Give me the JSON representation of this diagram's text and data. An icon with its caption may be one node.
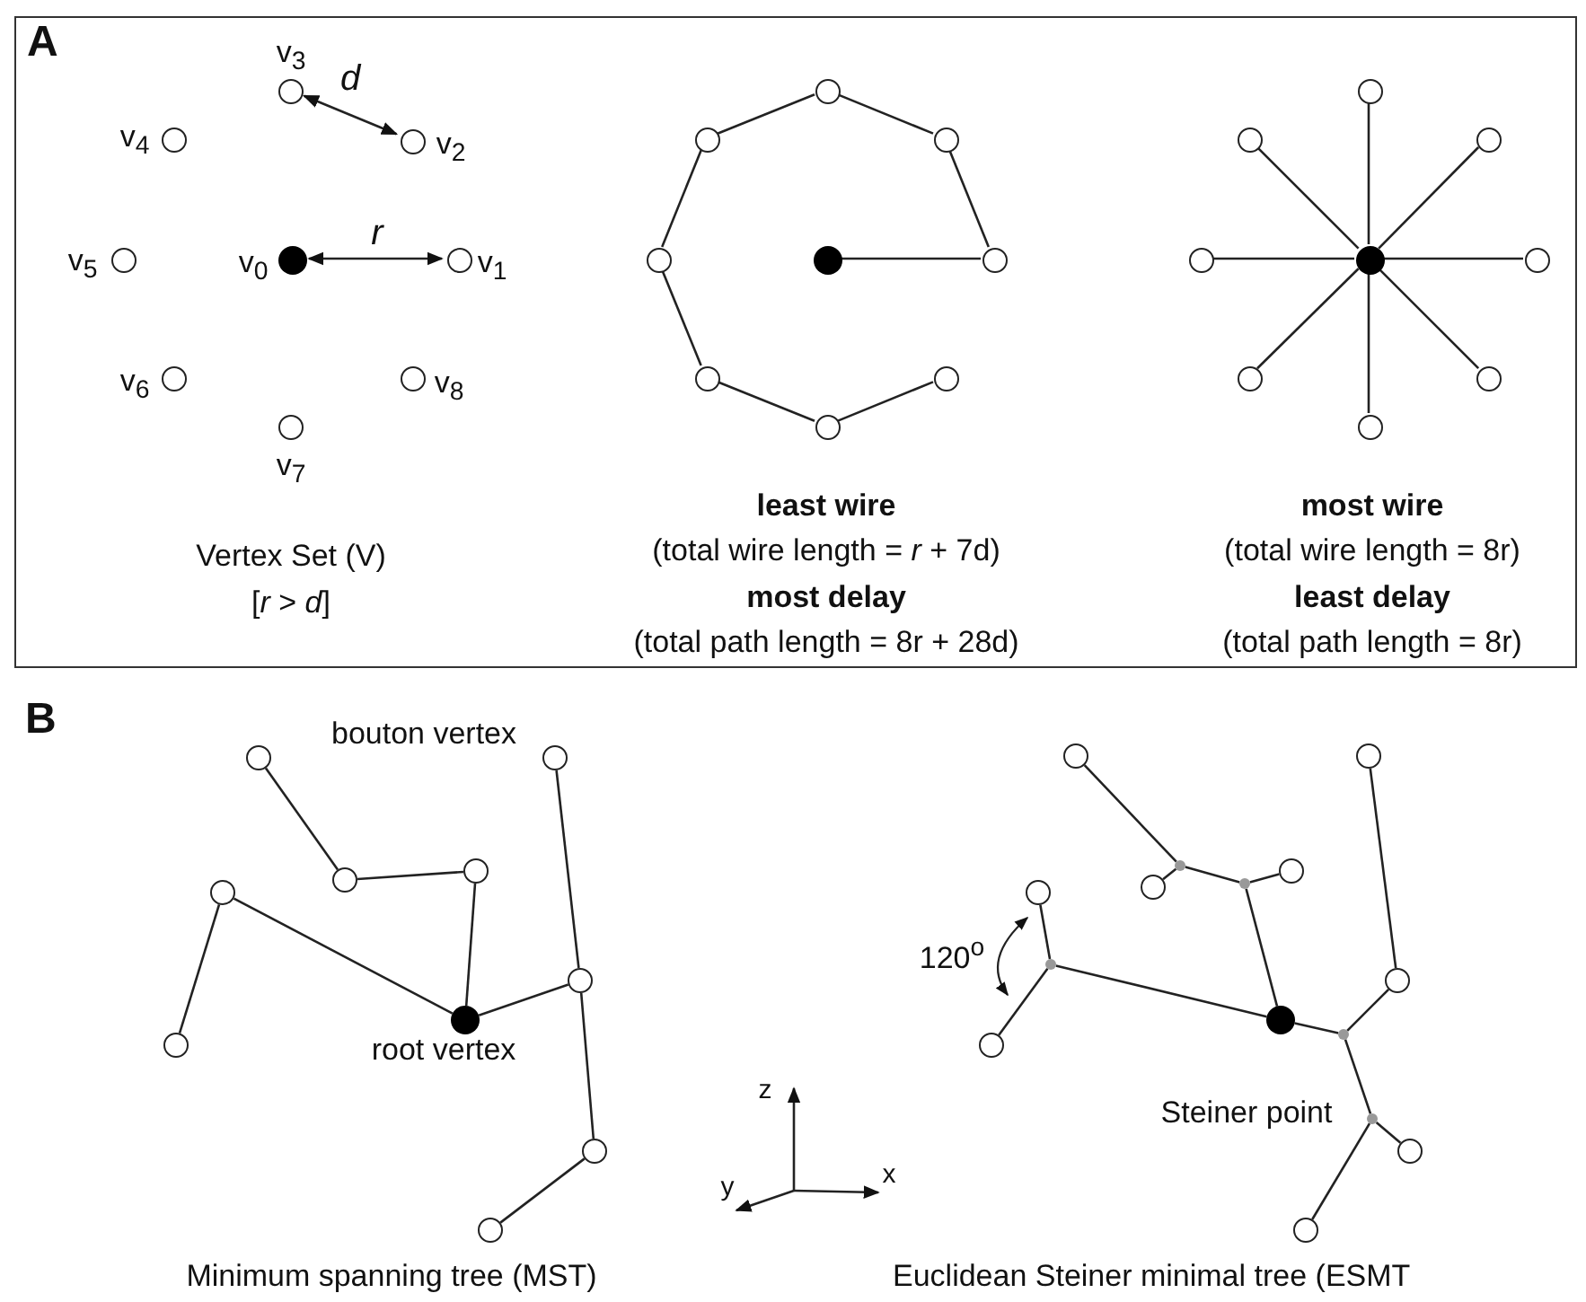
{
  "diagram": {
    "nodes": [
      {
        "text": [
          "A"
        ]
      },
      {
        "text": [],
        "shape": "dot",
        "in": 0,
        "beside": [
          "v$_{0}$"
        ]
      },
      {
        "text": [],
        "shape": "circle",
        "in": 0,
        "beside": [
          "v$_{1}$"
        ]
      },
      {
        "text": [],
        "shape": "circle",
        "in": 0,
        "beside": [
          "v$_{2}$"
        ]
      },
      {
        "text": [],
        "shape": "circle",
        "in": 0,
        "beside": [
          "v$_{3}$"
        ]
      },
      {
        "text": [],
        "shape": "circle",
        "in": 0,
        "beside": [
          "v$_{4}$"
        ]
      },
      {
        "text": [],
        "shape": "circle",
        "in": 0,
        "beside": [
          "v$_{5}$"
        ]
      },
      {
        "text": [],
        "shape": "circle",
        "in": 0,
        "beside": [
          "v$_{6}$"
        ]
      },
      {
        "text": [],
        "shape": "circle",
        "in": 0,
        "beside": [
          "v$_{7}$"
        ]
      },
      {
        "text": [],
        "shape": "circle",
        "in": 0,
        "beside": [
          "v$_{8}$"
        ]
      },
      {
        "text": [],
        "shape": "dot",
        "in": 0
      },
      {
        "text": [],
        "shape": "circle",
        "in": 0
      },
      {
        "text": [],
        "shape": "circle",
        "in": 0
      },
      {
        "text": [],
        "shape": "circle",
        "in": 0
      },
      {
        "text": [],
        "shape": "circle",
        "in": 0
      },
      {
        "text": [],
        "shape": "circle",
        "in": 0
      },
      {
        "text": [],
        "shape": "circle",
        "in": 0
      },
      {
        "text": [],
        "shape": "circle",
        "in": 0
      },
      {
        "text": [],
        "shape": "circle",
        "in": 0
      },
      {
        "text": [],
        "shape": "dot",
        "in": 0
      },
      {
        "text": [],
        "shape": "circle",
        "in": 0
      },
      {
        "text": [],
        "shape": "circle",
        "in": 0
      },
      {
        "text": [],
        "shape": "circle",
        "in": 0
      },
      {
        "text": [],
        "shape": "circle",
        "in": 0
      },
      {
        "text": [],
        "shape": "circle",
        "in": 0
      },
      {
        "text": [],
        "shape": "circle",
        "in": 0
      },
      {
        "text": [],
        "shape": "circle",
        "in": 0
      },
      {
        "text": [],
        "shape": "circle",
        "in": 0
      },
      {
        "text": [],
        "shape": "circle"
      },
      {
        "text": [],
        "shape": "circle",
        "beside": [
          "bouton vertex"
        ]
      },
      {
        "text": [],
        "shape": "circle"
      },
      {
        "text": [],
        "shape": "circle"
      },
      {
        "text": [],
        "shape": "circle"
      },
      {
        "text": [],
        "shape": "circle"
      },
      {
        "text": [],
        "shape": "dot",
        "beside": [
          "root vertex"
        ]
      },
      {
        "text": [],
        "shape": "circle"
      },
      {
        "text": [],
        "shape": "circle"
      },
      {
        "text": [],
        "shape": "circle"
      },
      {
        "text": [],
        "shape": "circle"
      },
      {
        "text": [],
        "shape": "circle"
      },
      {
        "text": [],
        "shape": "dot"
      },
      {
        "text": [],
        "shape": "circle"
      },
      {
        "text": [],
        "shape": "circle"
      },
      {
        "text": [],
        "shape": "dot"
      },
      {
        "text": [],
        "shape": "circle"
      },
      {
        "text": [],
        "shape": "dot"
      },
      {
        "text": [],
        "shape": "circle"
      },
      {
        "text": [],
        "shape": "dot"
      },
      {
        "text": [],
        "shape": "dot"
      },
      {
        "text": [],
        "shape": "circle"
      },
      {
        "text": [],
        "shape": "dot",
        "beside": [
          "Steiner point"
        ]
      },
      {
        "text": [],
        "shape": "circle"
      },
      {
        "text": [],
        "shape": "circle"
      }
    ],
    "edges": [
      {
        "from": 4,
        "to": 3,
        "arrow": "both",
        "label": "d"
      },
      {
        "from": 1,
        "to": 2,
        "arrow": "both",
        "label": "r"
      },
      {
        "from": 10,
        "to": 11,
        "arrow": "none"
      },
      {
        "from": 11,
        "to": 12,
        "arrow": "none"
      },
      {
        "from": 12,
        "to": 13,
        "arrow": "none"
      },
      {
        "from": 13,
        "to": 14,
        "arrow": "none"
      },
      {
        "from": 14,
        "to": 15,
        "arrow": "none"
      },
      {
        "from": 15,
        "to": 16,
        "arrow": "none"
      },
      {
        "from": 16,
        "to": 17,
        "arrow": "none"
      },
      {
        "from": 17,
        "to": 18,
        "arrow": "none"
      },
      {
        "from": 19,
        "to": 20,
        "arrow": "none"
      },
      {
        "from": 19,
        "to": 21,
        "arrow": "none"
      },
      {
        "from": 19,
        "to": 22,
        "arrow": "none"
      },
      {
        "from": 19,
        "to": 23,
        "arrow": "none"
      },
      {
        "from": 19,
        "to": 24,
        "arrow": "none"
      },
      {
        "from": 19,
        "to": 25,
        "arrow": "none"
      },
      {
        "from": 19,
        "to": 26,
        "arrow": "none"
      },
      {
        "from": 19,
        "to": 27,
        "arrow": "none"
      },
      {
        "from": 28,
        "to": 31,
        "arrow": "none"
      },
      {
        "from": 31,
        "to": 30,
        "arrow": "none"
      },
      {
        "from": 30,
        "to": 34,
        "arrow": "none"
      },
      {
        "from": 32,
        "to": 35,
        "arrow": "none"
      },
      {
        "from": 32,
        "to": 34,
        "arrow": "none"
      },
      {
        "from": 34,
        "to": 33,
        "arrow": "none"
      },
      {
        "from": 29,
        "to": 33,
        "arrow": "none"
      },
      {
        "from": 33,
        "to": 36,
        "arrow": "none"
      },
      {
        "from": 36,
        "to": 37,
        "arrow": "none"
      },
      {
        "from": 38,
        "to": 40,
        "arrow": "none"
      },
      {
        "from": 40,
        "to": 42,
        "arrow": "none"
      },
      {
        "from": 40,
        "to": 43,
        "arrow": "none"
      },
      {
        "from": 43,
        "to": 41,
        "arrow": "none"
      },
      {
        "from": 43,
        "to": 47,
        "arrow": "none"
      },
      {
        "from": 45,
        "to": 44,
        "arrow": "none"
      },
      {
        "from": 45,
        "to": 49,
        "arrow": "none"
      },
      {
        "from": 45,
        "to": 47,
        "arrow": "none"
      },
      {
        "from": 47,
        "to": 48,
        "arrow": "none"
      },
      {
        "from": 48,
        "to": 46,
        "arrow": "none"
      },
      {
        "from": 46,
        "to": 39,
        "arrow": "none"
      },
      {
        "from": 48,
        "to": 50,
        "arrow": "none"
      },
      {
        "from": 50,
        "to": 51,
        "arrow": "none"
      },
      {
        "from": 50,
        "to": 52,
        "arrow": "none"
      }
    ],
    "labels": [
      "Vertex Set (V)",
      "[*r* > *d*]",
      "least wire",
      "(total wire length = *r* + 7d)",
      "most delay",
      "(total path length = 8r + 28d)",
      "most wire",
      "(total wire length = 8r)",
      "least delay",
      "(total path length = 8r)",
      "B",
      "z",
      "y",
      "x",
      "120$^{o}$",
      "Minimum spanning tree (MST)",
      "Euclidean Steiner minimal tree (ESMT"
    ]
  }
}
